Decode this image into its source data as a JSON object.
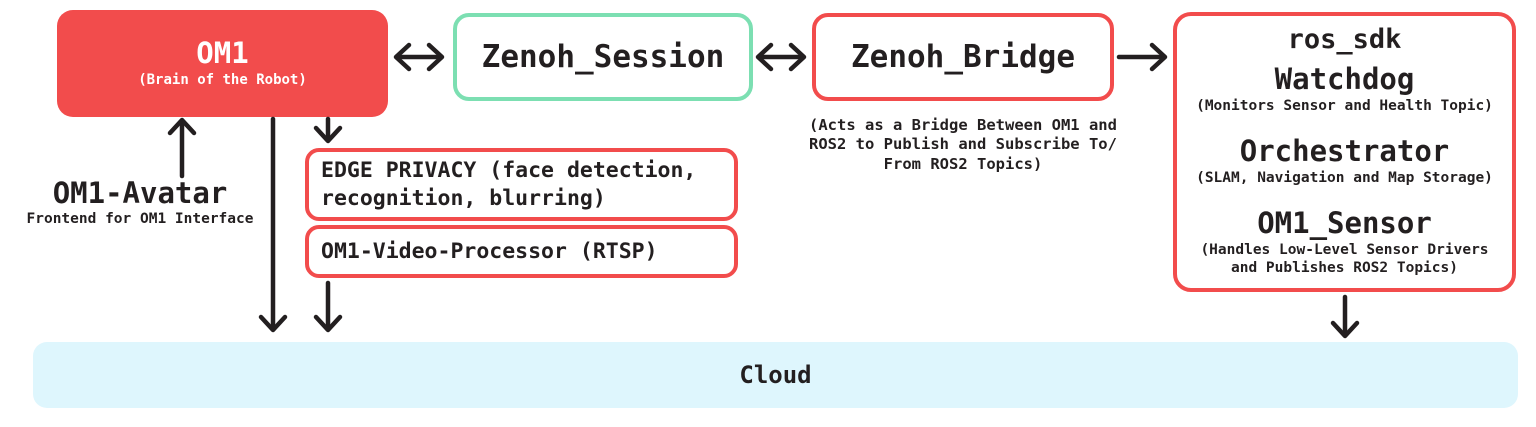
{
  "diagram_title": "OM1 robot architecture diagram",
  "colors": {
    "accent_red": "#f24c4c",
    "accent_green": "#7cdfb2",
    "cloud_blue": "#def6fd",
    "text_dark": "#231f20",
    "om1_text": "#ffffff"
  },
  "om1": {
    "title": "OM1",
    "subtitle": "(Brain of the Robot)"
  },
  "zenoh_session": {
    "title": "Zenoh_Session"
  },
  "zenoh_bridge": {
    "title": "Zenoh_Bridge",
    "caption": "(Acts as a Bridge Between OM1 and\nROS2 to Publish and Subscribe To/\nFrom ROS2 Topics)"
  },
  "ros_sdk": {
    "title": "ros_sdk",
    "modules": [
      {
        "name": "Watchdog",
        "desc": "(Monitors Sensor and Health Topic)"
      },
      {
        "name": "Orchestrator",
        "desc": "(SLAM, Navigation and Map Storage)"
      },
      {
        "name": "OM1_Sensor",
        "desc": "(Handles Low-Level Sensor Drivers\nand Publishes ROS2 Topics)"
      }
    ]
  },
  "avatar": {
    "title": "OM1-Avatar",
    "subtitle": "Frontend for OM1 Interface"
  },
  "edge_privacy": {
    "label": "EDGE PRIVACY (face detection,\nrecognition, blurring)"
  },
  "video_processor": {
    "label": "OM1-Video-Processor (RTSP)"
  },
  "cloud": {
    "label": "Cloud"
  },
  "connections": [
    {
      "from": "OM1",
      "to": "Zenoh_Session",
      "type": "bidirectional"
    },
    {
      "from": "Zenoh_Session",
      "to": "Zenoh_Bridge",
      "type": "bidirectional"
    },
    {
      "from": "Zenoh_Bridge",
      "to": "ros_sdk",
      "type": "unidirectional"
    },
    {
      "from": "OM1-Avatar",
      "to": "OM1",
      "type": "unidirectional"
    },
    {
      "from": "OM1",
      "to": "Cloud",
      "type": "unidirectional"
    },
    {
      "from": "OM1",
      "to": "EDGE PRIVACY",
      "type": "unidirectional"
    },
    {
      "from": "OM1-Video-Processor",
      "to": "Cloud",
      "type": "unidirectional"
    },
    {
      "from": "ros_sdk",
      "to": "Cloud",
      "type": "unidirectional"
    }
  ]
}
